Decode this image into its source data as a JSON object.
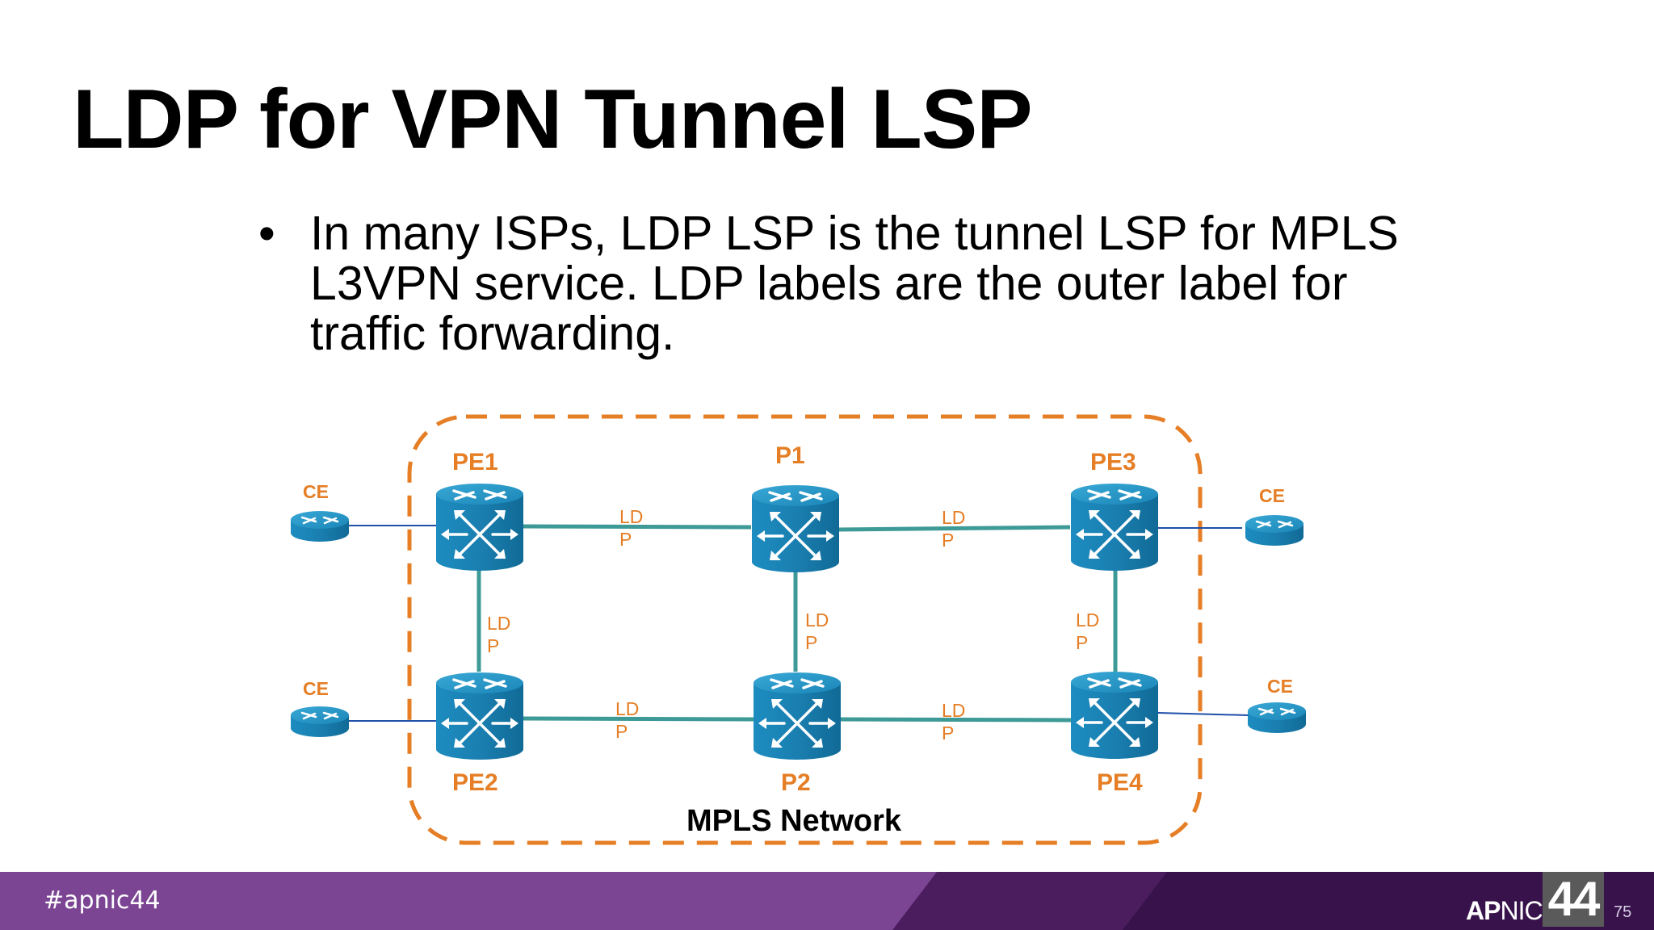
{
  "title": "LDP for VPN Tunnel LSP",
  "bullet": "In many ISPs, LDP LSP is the tunnel LSP for MPLS L3VPN service. LDP labels are the outer label for traffic forwarding.",
  "diagram": {
    "network_label": "MPLS Network",
    "nodes": {
      "pe1": "PE1",
      "p1": "P1",
      "pe3": "PE3",
      "pe2": "PE2",
      "p2": "P2",
      "pe4": "PE4"
    },
    "ce": [
      "CE",
      "CE",
      "CE",
      "CE"
    ],
    "link_label": [
      "LD",
      "P"
    ]
  },
  "footer": {
    "hashtag": "#apnic44",
    "brand_bold": "AP",
    "brand_rest": "NIC",
    "event_number": "44",
    "page_number": "75"
  },
  "colors": {
    "accent_orange": "#e57e25",
    "router_blue": "#1b87b9",
    "link_teal": "#3d9a96",
    "footer_purple": "#7b4593",
    "footer_dark": "#3a1450"
  }
}
